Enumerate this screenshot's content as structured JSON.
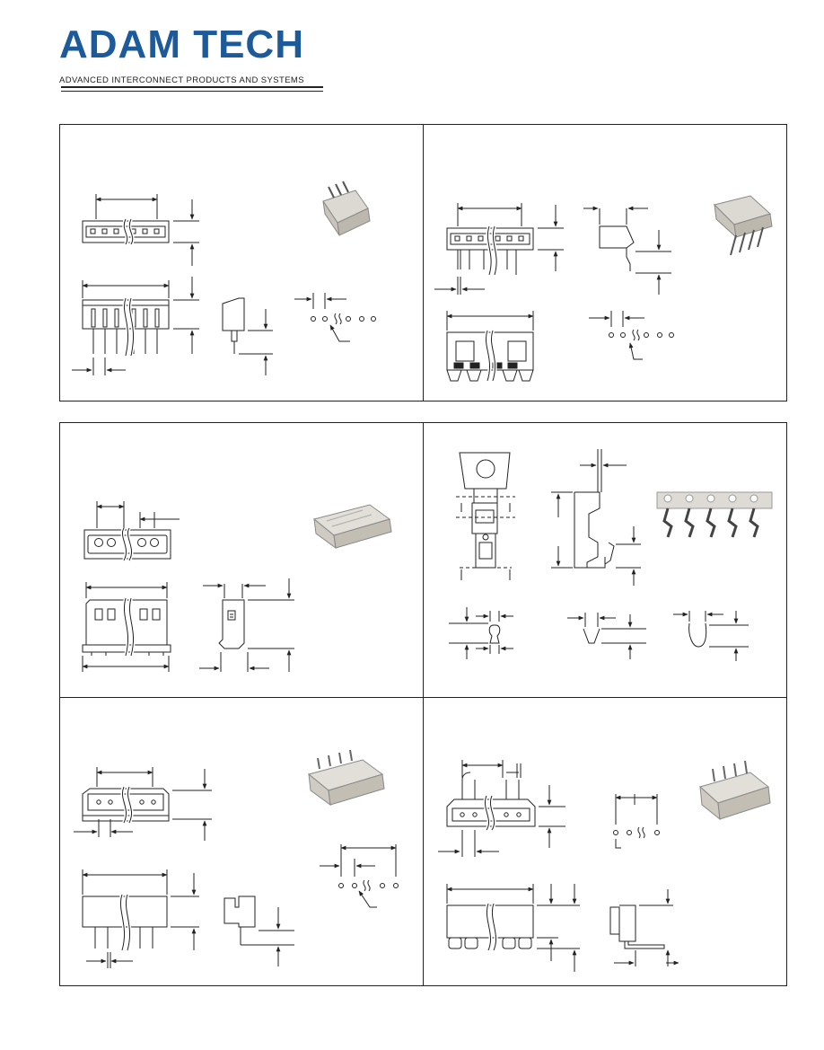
{
  "header": {
    "brand": "ADAM TECH",
    "tagline": "ADVANCED INTERCONNECT PRODUCTS AND SYSTEMS",
    "brand_color": "#1d5a9a"
  },
  "panels": [
    {
      "id": "top-left",
      "drawing": "straight header with top and front views, side view and PCB layout"
    },
    {
      "id": "top-right",
      "drawing": "right angle header with top view, side view, front view and PCB layout"
    },
    {
      "id": "middle-left",
      "drawing": "housing with front view, top view and side view"
    },
    {
      "id": "middle-right",
      "drawing": "crimp terminal with reel strip and crimp cross sections"
    },
    {
      "id": "bottom-left",
      "drawing": "shrouded straight header with front, top, side views and PCB layout"
    },
    {
      "id": "bottom-right",
      "drawing": "right angle shrouded header with views and PCB layout"
    }
  ],
  "icons": [
    "leader-arrow-icon",
    "connector-photo-icon"
  ]
}
